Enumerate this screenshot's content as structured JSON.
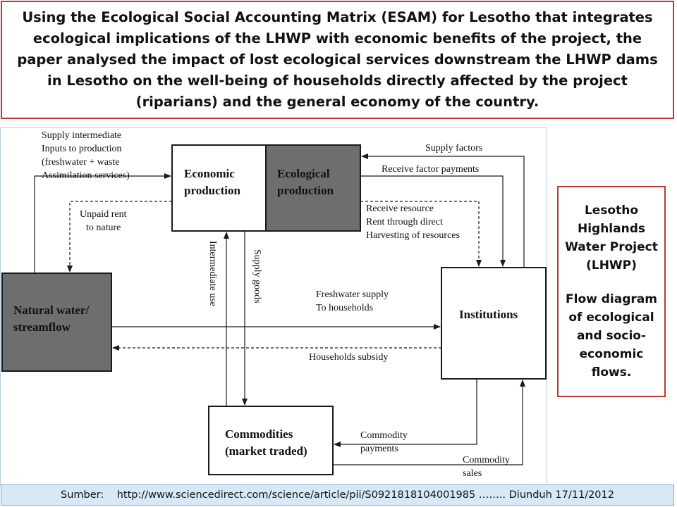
{
  "title": "Using the Ecological Social Accounting Matrix (ESAM) for Lesotho that integrates ecological implications of the LHWP with economic benefits of the project, the paper analysed the impact of lost ecological services downstream the LHWP dams in Lesotho on the well-being of households directly affected by the project (riparians) and the general economy of the country.",
  "diagram": {
    "boxes": {
      "economic": [
        "Economic",
        "production"
      ],
      "ecological": [
        "Ecological",
        "production"
      ],
      "natural_water": [
        "Natural water/",
        "streamflow"
      ],
      "institutions": [
        "Institutions"
      ],
      "commodities": [
        "Commodities",
        "(market traded)"
      ]
    },
    "labels": {
      "supply_intermediate": [
        "Supply intermediate",
        "Inputs to production",
        "(freshwater + waste",
        "Assimilation services)"
      ],
      "unpaid_rent": [
        "Unpaid rent",
        "to nature"
      ],
      "intermediate_use": "Intermediate use",
      "supply_goods": "Supply goods",
      "supply_factors": "Supply factors",
      "receive_factor_payments": "Receive factor payments",
      "receive_resource": [
        "Receive resource",
        "Rent through direct",
        "Harvesting of resources"
      ],
      "freshwater_supply": [
        "Freshwater supply",
        "To households"
      ],
      "households_subsidy": "Households subsidy",
      "commodity_payments": [
        "Commodity",
        "payments"
      ],
      "commodity_sales": [
        "Commodity",
        "sales"
      ]
    },
    "colors": {
      "gray_box": "#6e6e6e",
      "line": "#1a1a1a",
      "panel_border": "#b8cde0"
    }
  },
  "side_box": {
    "line1": "Lesotho Highlands Water Project (LHWP)",
    "line2": "Flow diagram of ecological and socio-economic flows."
  },
  "footer": "Sumber:    http://www.sciencedirect.com/science/article/pii/S0921818104001985 …….. Diunduh 17/11/2012"
}
